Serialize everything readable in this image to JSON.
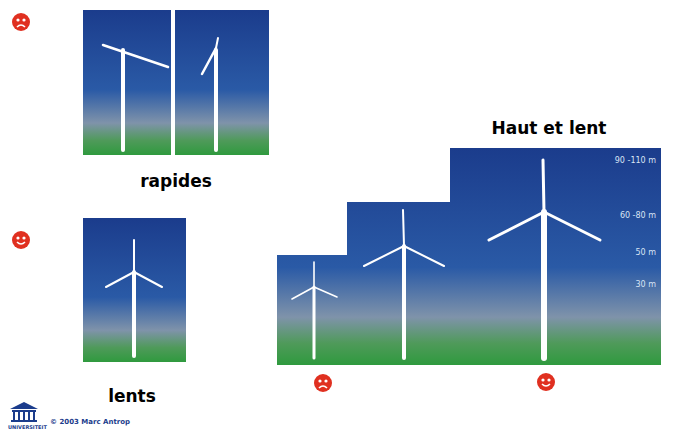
{
  "diagram": {
    "title": "Haut et lent",
    "labels": [
      "rapides",
      "lents",
      "90 -110 m",
      "60 -80 m",
      "50 m",
      "30 m",
      "UNIVERSITEIT",
      "© 2003 Marc Antrop"
    ]
  }
}
